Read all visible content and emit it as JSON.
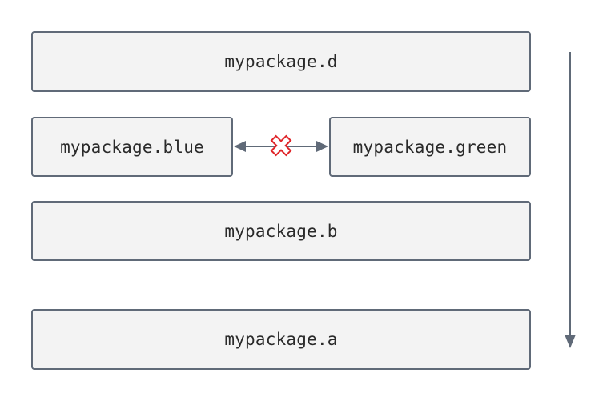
{
  "packages": {
    "d": "mypackage.d",
    "blue": "mypackage.blue",
    "green": "mypackage.green",
    "b": "mypackage.b",
    "a": "mypackage.a"
  },
  "colors": {
    "box_fill": "#f3f3f3",
    "box_border": "#606a78",
    "arrow": "#606a78",
    "forbidden_mark": "#e0262a"
  },
  "icons": {
    "forbidden": "cross-icon",
    "direction": "down-arrow"
  }
}
